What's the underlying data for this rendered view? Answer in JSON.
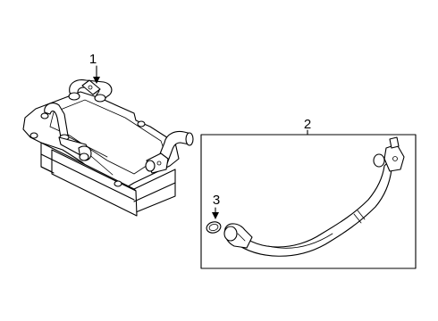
{
  "callouts": [
    {
      "id": "1",
      "label": "1"
    },
    {
      "id": "2",
      "label": "2"
    },
    {
      "id": "3",
      "label": "3"
    }
  ],
  "colors": {
    "background": "#ffffff",
    "stroke": "#000000"
  }
}
